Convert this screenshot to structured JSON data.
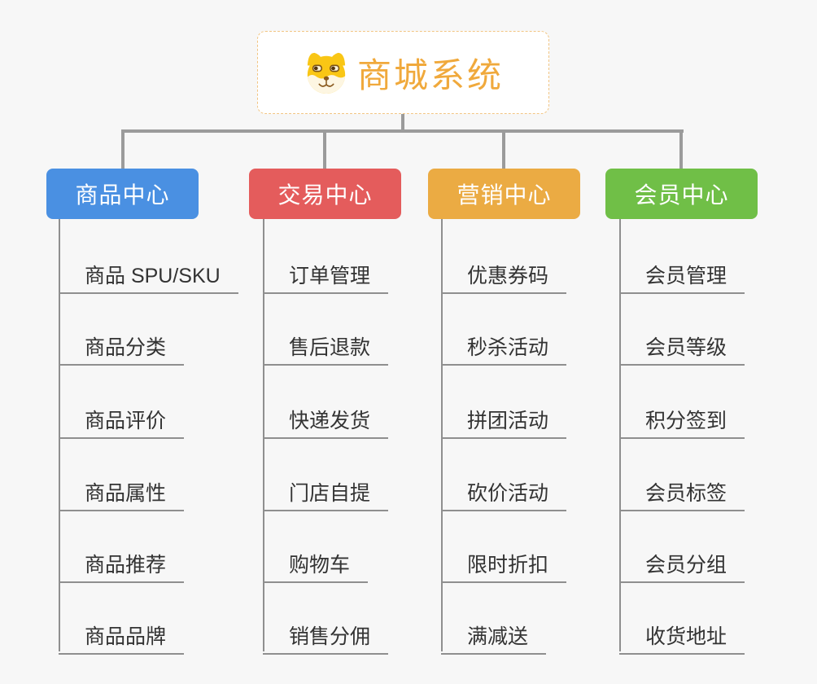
{
  "root": {
    "title": "商城系统",
    "icon": "shiba-dog-icon",
    "title_color": "#F0A93C",
    "border_color": "#F2C583"
  },
  "connector_color": "#9B9B9B",
  "underline_color": "#8F8F8F",
  "item_text_color": "#333333",
  "branches": [
    {
      "label": "商品中心",
      "color": "#4A90E2",
      "items": [
        "商品 SPU/SKU",
        "商品分类",
        "商品评价",
        "商品属性",
        "商品推荐",
        "商品品牌"
      ]
    },
    {
      "label": "交易中心",
      "color": "#E45C5C",
      "items": [
        "订单管理",
        "售后退款",
        "快递发货",
        "门店自提",
        "购物车",
        "销售分佣"
      ]
    },
    {
      "label": "营销中心",
      "color": "#EBAB43",
      "items": [
        "优惠券码",
        "秒杀活动",
        "拼团活动",
        "砍价活动",
        "限时折扣",
        "满减送"
      ]
    },
    {
      "label": "会员中心",
      "color": "#70BF47",
      "items": [
        "会员管理",
        "会员等级",
        "积分签到",
        "会员标签",
        "会员分组",
        "收货地址"
      ]
    }
  ]
}
